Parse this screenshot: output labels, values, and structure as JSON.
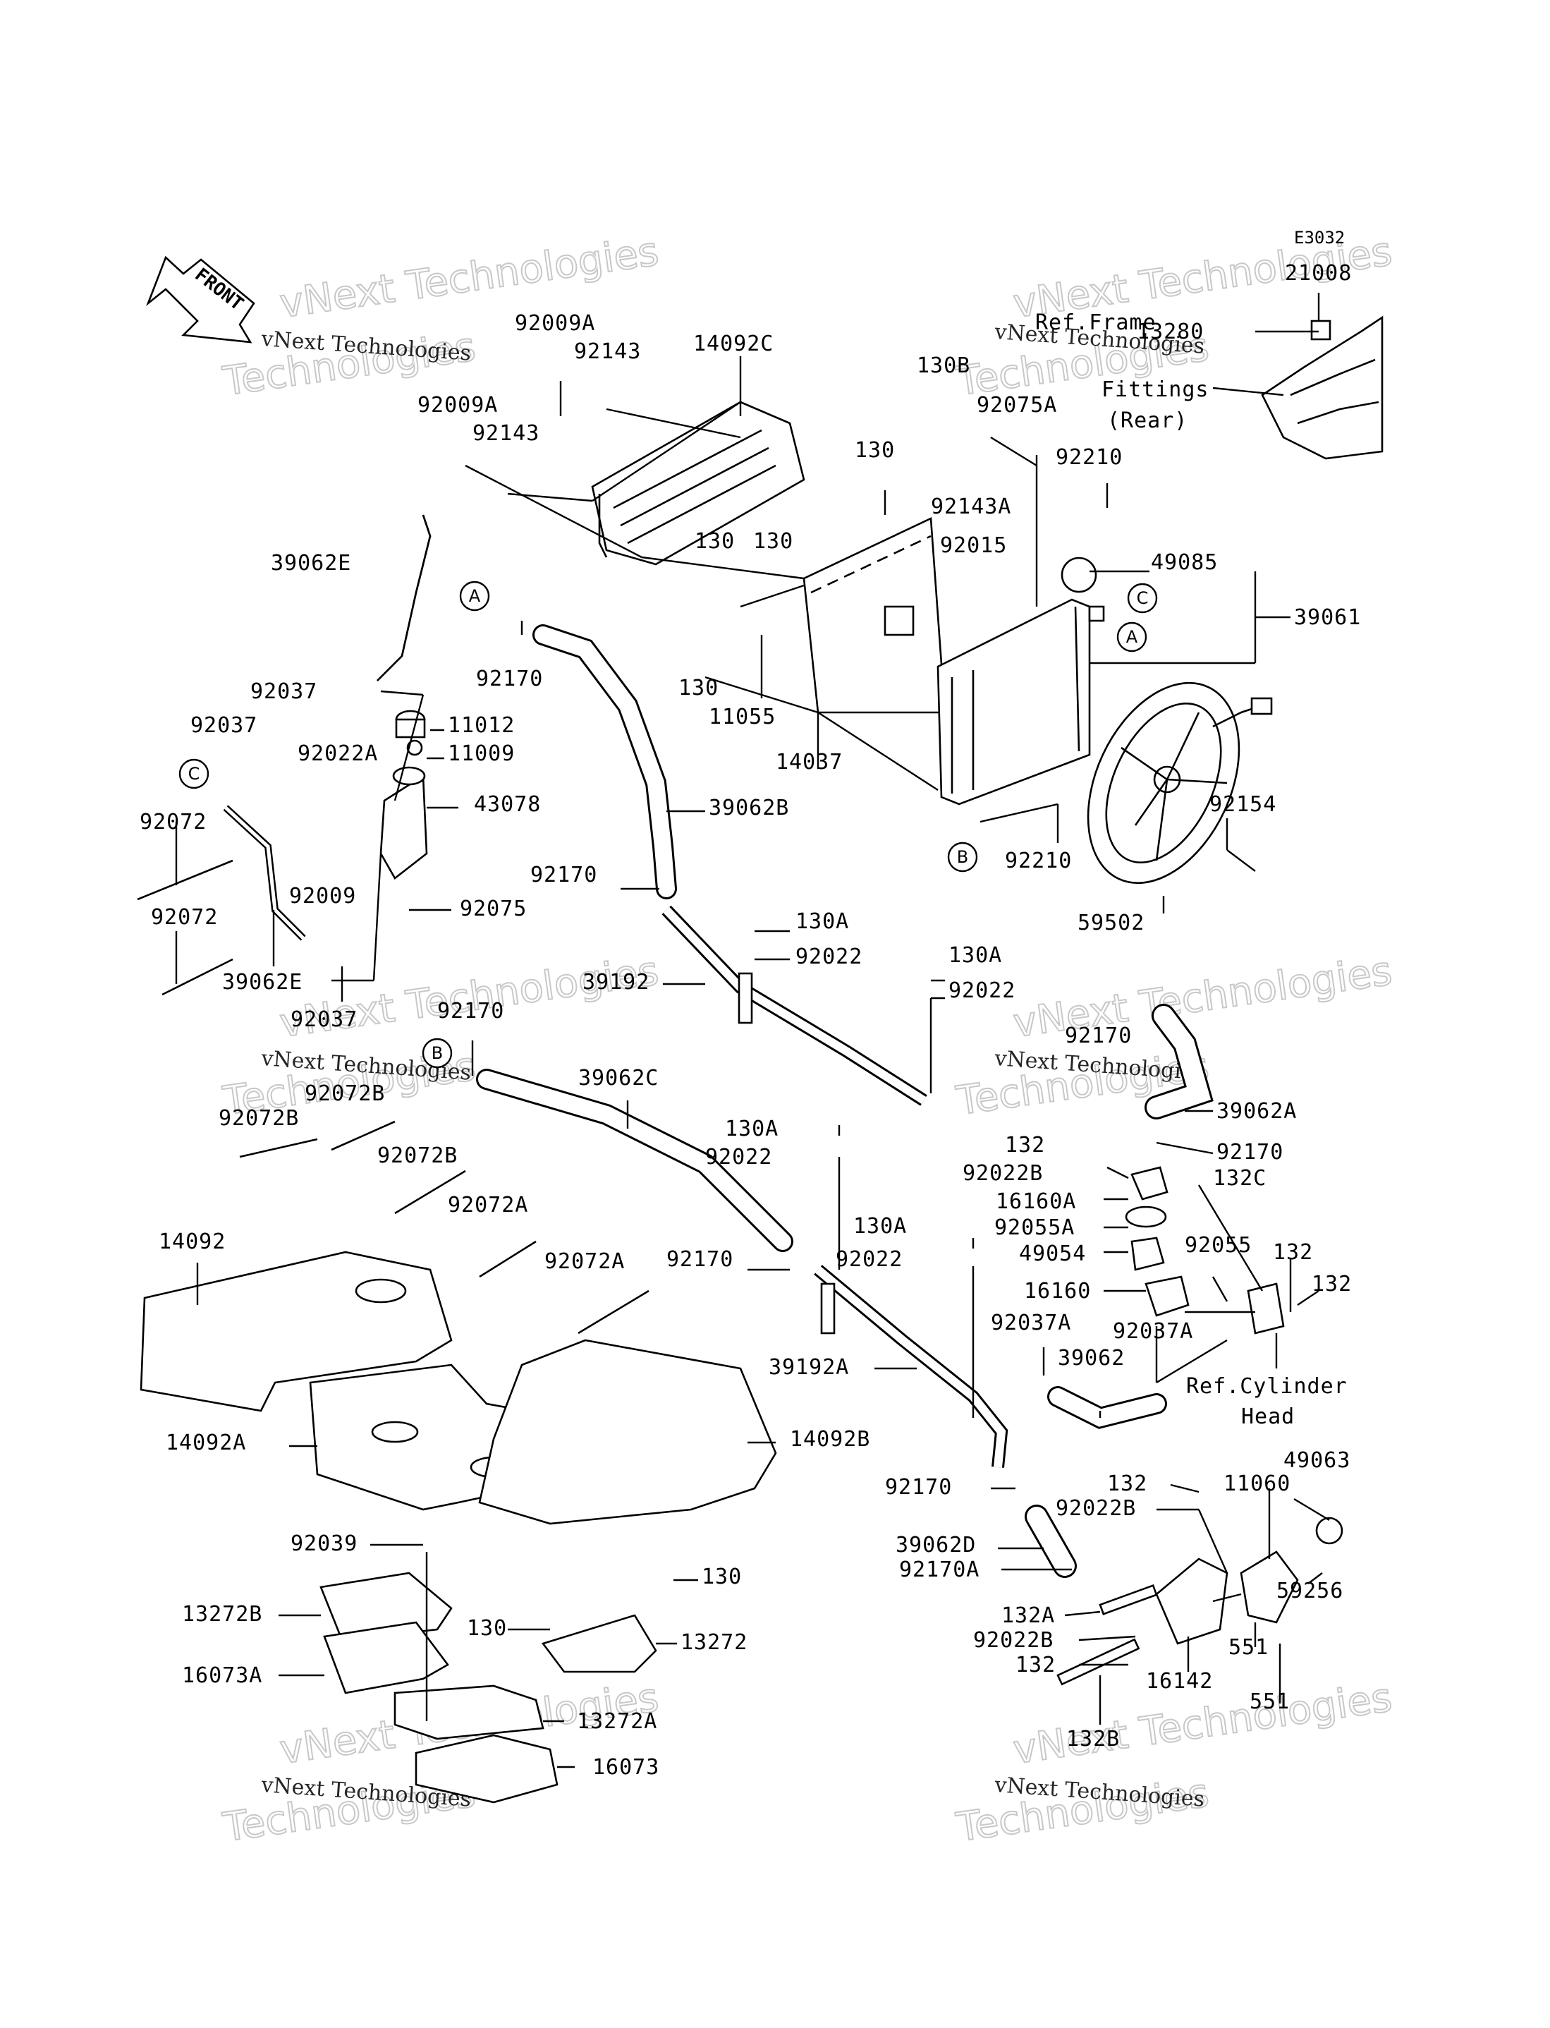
{
  "diagram_code": "E3032",
  "front_label": "FRONT",
  "watermark": {
    "line1": "vNext Technologies",
    "line2": "Technologies"
  },
  "ref_labels": {
    "frame_fittings": [
      "Ref.Frame",
      "Fittings",
      "(Rear)"
    ],
    "cylinder_head": [
      "Ref.Cylinder",
      "Head"
    ]
  },
  "callouts": [
    "A",
    "B",
    "C"
  ],
  "parts": [
    {
      "id": "p0",
      "label": "21008"
    },
    {
      "id": "p1",
      "label": "13280"
    },
    {
      "id": "p2",
      "label": "92009A"
    },
    {
      "id": "p3",
      "label": "92143"
    },
    {
      "id": "p4",
      "label": "14092C"
    },
    {
      "id": "p5",
      "label": "130B"
    },
    {
      "id": "p6",
      "label": "92075A"
    },
    {
      "id": "p7",
      "label": "92009A"
    },
    {
      "id": "p8",
      "label": "92143"
    },
    {
      "id": "p9",
      "label": "130"
    },
    {
      "id": "p10",
      "label": "92210"
    },
    {
      "id": "p11",
      "label": "92143A"
    },
    {
      "id": "p12",
      "label": "39062E"
    },
    {
      "id": "p13",
      "label": "130"
    },
    {
      "id": "p14",
      "label": "130"
    },
    {
      "id": "p15",
      "label": "92015"
    },
    {
      "id": "p16",
      "label": "49085"
    },
    {
      "id": "p17",
      "label": "39061"
    },
    {
      "id": "p18",
      "label": "92170"
    },
    {
      "id": "p19",
      "label": "130"
    },
    {
      "id": "p20",
      "label": "11055"
    },
    {
      "id": "p21",
      "label": "92037"
    },
    {
      "id": "p22",
      "label": "11012"
    },
    {
      "id": "p23",
      "label": "92037"
    },
    {
      "id": "p24",
      "label": "92022A"
    },
    {
      "id": "p25",
      "label": "11009"
    },
    {
      "id": "p26",
      "label": "14037"
    },
    {
      "id": "p27",
      "label": "43078"
    },
    {
      "id": "p28",
      "label": "39062B"
    },
    {
      "id": "p29",
      "label": "92154"
    },
    {
      "id": "p30",
      "label": "92072"
    },
    {
      "id": "p31",
      "label": "92210"
    },
    {
      "id": "p32",
      "label": "92009"
    },
    {
      "id": "p33",
      "label": "92170"
    },
    {
      "id": "p34",
      "label": "92075"
    },
    {
      "id": "p35",
      "label": "59502"
    },
    {
      "id": "p36",
      "label": "92072"
    },
    {
      "id": "p37",
      "label": "130A"
    },
    {
      "id": "p38",
      "label": "92022"
    },
    {
      "id": "p39",
      "label": "39192"
    },
    {
      "id": "p40",
      "label": "130A"
    },
    {
      "id": "p41",
      "label": "39062E"
    },
    {
      "id": "p42",
      "label": "92022"
    },
    {
      "id": "p43",
      "label": "92037"
    },
    {
      "id": "p44",
      "label": "92170"
    },
    {
      "id": "p45",
      "label": "92170"
    },
    {
      "id": "p46",
      "label": "39062C"
    },
    {
      "id": "p47",
      "label": "92072B"
    },
    {
      "id": "p48",
      "label": "92072B"
    },
    {
      "id": "p49",
      "label": "39062A"
    },
    {
      "id": "p50",
      "label": "130A"
    },
    {
      "id": "p51",
      "label": "92022"
    },
    {
      "id": "p52",
      "label": "132"
    },
    {
      "id": "p53",
      "label": "92170"
    },
    {
      "id": "p54",
      "label": "92072B"
    },
    {
      "id": "p55",
      "label": "92022B"
    },
    {
      "id": "p56",
      "label": "132C"
    },
    {
      "id": "p57",
      "label": "92072A"
    },
    {
      "id": "p58",
      "label": "16160A"
    },
    {
      "id": "p59",
      "label": "92055A"
    },
    {
      "id": "p60",
      "label": "14092"
    },
    {
      "id": "p61",
      "label": "130A"
    },
    {
      "id": "p62",
      "label": "92055"
    },
    {
      "id": "p63",
      "label": "92170"
    },
    {
      "id": "p64",
      "label": "92022"
    },
    {
      "id": "p65",
      "label": "49054"
    },
    {
      "id": "p66",
      "label": "132"
    },
    {
      "id": "p67",
      "label": "92072A"
    },
    {
      "id": "p68",
      "label": "16160"
    },
    {
      "id": "p69",
      "label": "132"
    },
    {
      "id": "p70",
      "label": "92037A"
    },
    {
      "id": "p71",
      "label": "92037A"
    },
    {
      "id": "p72",
      "label": "39062"
    },
    {
      "id": "p73",
      "label": "39192A"
    },
    {
      "id": "p74",
      "label": "14092A"
    },
    {
      "id": "p75",
      "label": "14092B"
    },
    {
      "id": "p76",
      "label": "49063"
    },
    {
      "id": "p77",
      "label": "92170"
    },
    {
      "id": "p78",
      "label": "132"
    },
    {
      "id": "p79",
      "label": "11060"
    },
    {
      "id": "p80",
      "label": "92022B"
    },
    {
      "id": "p81",
      "label": "92039"
    },
    {
      "id": "p82",
      "label": "39062D"
    },
    {
      "id": "p83",
      "label": "130"
    },
    {
      "id": "p84",
      "label": "92170A"
    },
    {
      "id": "p85",
      "label": "59256"
    },
    {
      "id": "p86",
      "label": "13272B"
    },
    {
      "id": "p87",
      "label": "130"
    },
    {
      "id": "p88",
      "label": "132A"
    },
    {
      "id": "p89",
      "label": "13272"
    },
    {
      "id": "p90",
      "label": "551"
    },
    {
      "id": "p91",
      "label": "92022B"
    },
    {
      "id": "p92",
      "label": "16073A"
    },
    {
      "id": "p93",
      "label": "132"
    },
    {
      "id": "p94",
      "label": "16142"
    },
    {
      "id": "p95",
      "label": "551"
    },
    {
      "id": "p96",
      "label": "13272A"
    },
    {
      "id": "p97",
      "label": "132B"
    },
    {
      "id": "p98",
      "label": "16073"
    }
  ]
}
